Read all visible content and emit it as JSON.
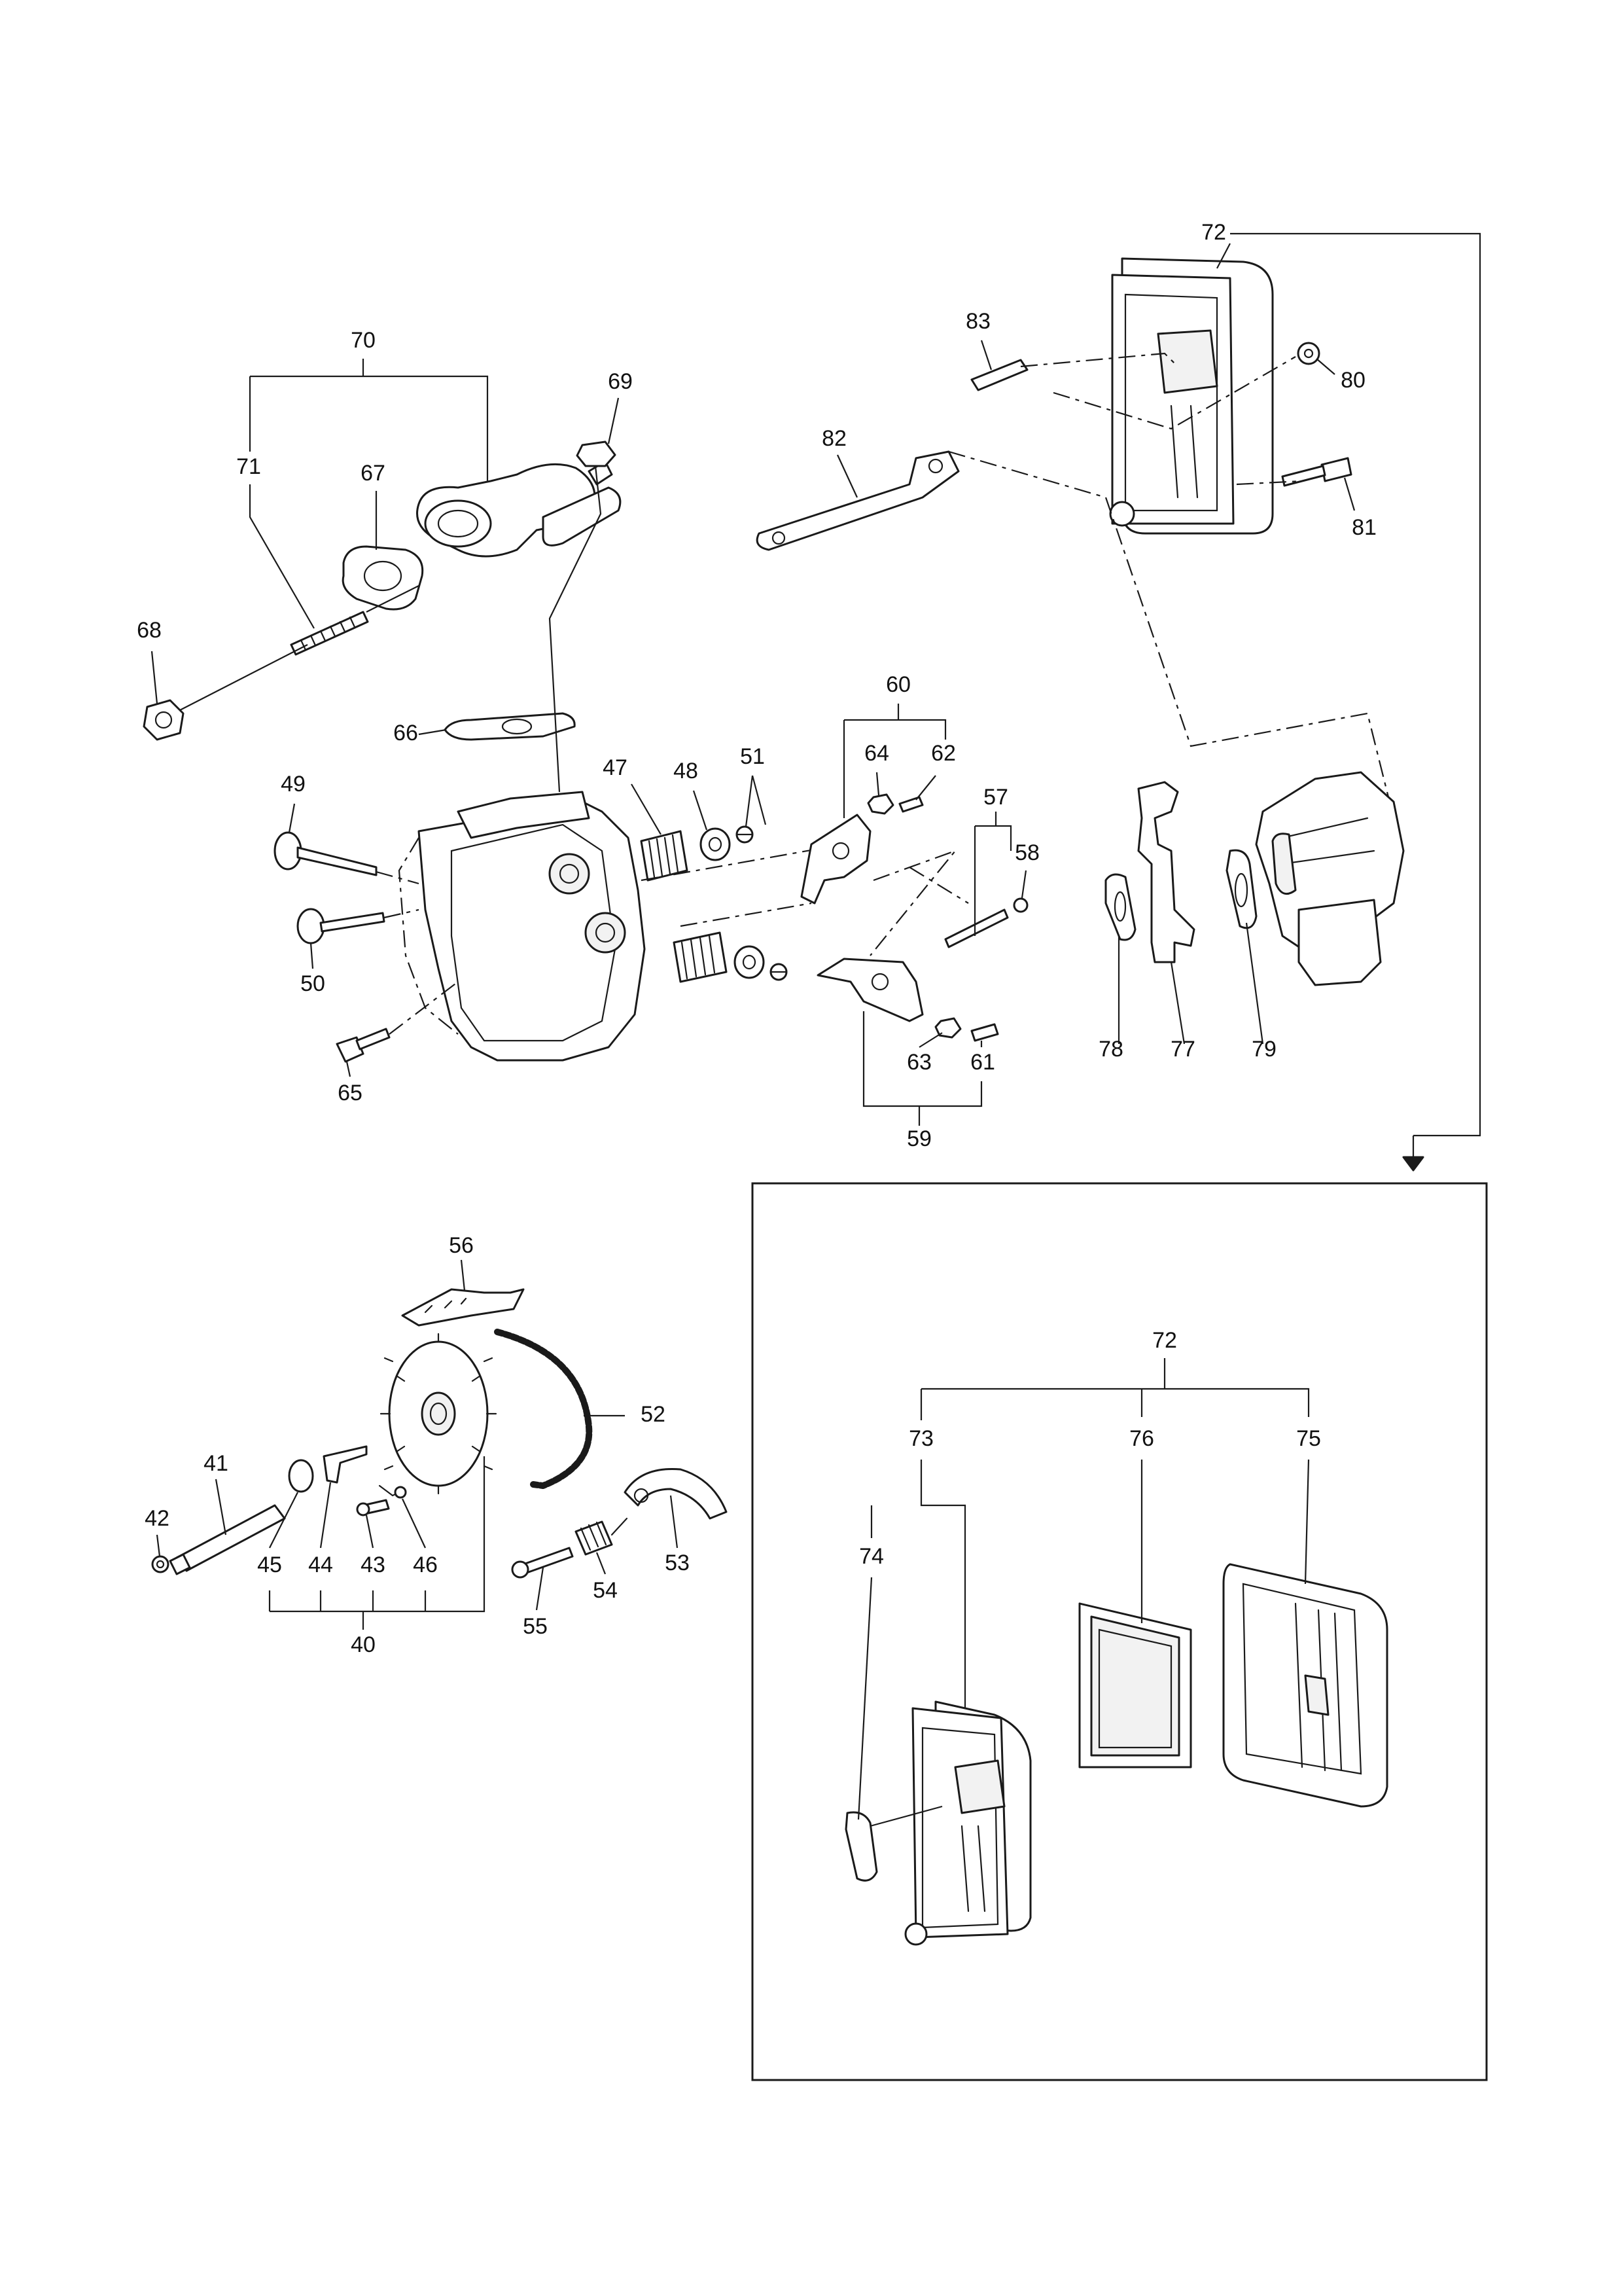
{
  "diagram": {
    "description_free": true,
    "callouts": [
      {
        "id": "c72a",
        "label": "72"
      },
      {
        "id": "c83",
        "label": "83"
      },
      {
        "id": "c80",
        "label": "80"
      },
      {
        "id": "c81",
        "label": "81"
      },
      {
        "id": "c82",
        "label": "82"
      },
      {
        "id": "c70",
        "label": "70"
      },
      {
        "id": "c71",
        "label": "71"
      },
      {
        "id": "c69",
        "label": "69"
      },
      {
        "id": "c67",
        "label": "67"
      },
      {
        "id": "c68",
        "label": "68"
      },
      {
        "id": "c66",
        "label": "66"
      },
      {
        "id": "c60",
        "label": "60"
      },
      {
        "id": "c64",
        "label": "64"
      },
      {
        "id": "c62",
        "label": "62"
      },
      {
        "id": "c47",
        "label": "47"
      },
      {
        "id": "c48",
        "label": "48"
      },
      {
        "id": "c51",
        "label": "51"
      },
      {
        "id": "c49",
        "label": "49"
      },
      {
        "id": "c50",
        "label": "50"
      },
      {
        "id": "c65",
        "label": "65"
      },
      {
        "id": "c57",
        "label": "57"
      },
      {
        "id": "c58",
        "label": "58"
      },
      {
        "id": "c63",
        "label": "63"
      },
      {
        "id": "c61",
        "label": "61"
      },
      {
        "id": "c59",
        "label": "59"
      },
      {
        "id": "c78",
        "label": "78"
      },
      {
        "id": "c77",
        "label": "77"
      },
      {
        "id": "c79",
        "label": "79"
      },
      {
        "id": "c56",
        "label": "56"
      },
      {
        "id": "c52",
        "label": "52"
      },
      {
        "id": "c41",
        "label": "41"
      },
      {
        "id": "c42",
        "label": "42"
      },
      {
        "id": "c45",
        "label": "45"
      },
      {
        "id": "c44",
        "label": "44"
      },
      {
        "id": "c43",
        "label": "43"
      },
      {
        "id": "c46",
        "label": "46"
      },
      {
        "id": "c40",
        "label": "40"
      },
      {
        "id": "c53",
        "label": "53"
      },
      {
        "id": "c54",
        "label": "54"
      },
      {
        "id": "c55",
        "label": "55"
      },
      {
        "id": "c72b",
        "label": "72"
      },
      {
        "id": "c73",
        "label": "73"
      },
      {
        "id": "c76",
        "label": "76"
      },
      {
        "id": "c75",
        "label": "75"
      },
      {
        "id": "c74",
        "label": "74"
      }
    ]
  }
}
